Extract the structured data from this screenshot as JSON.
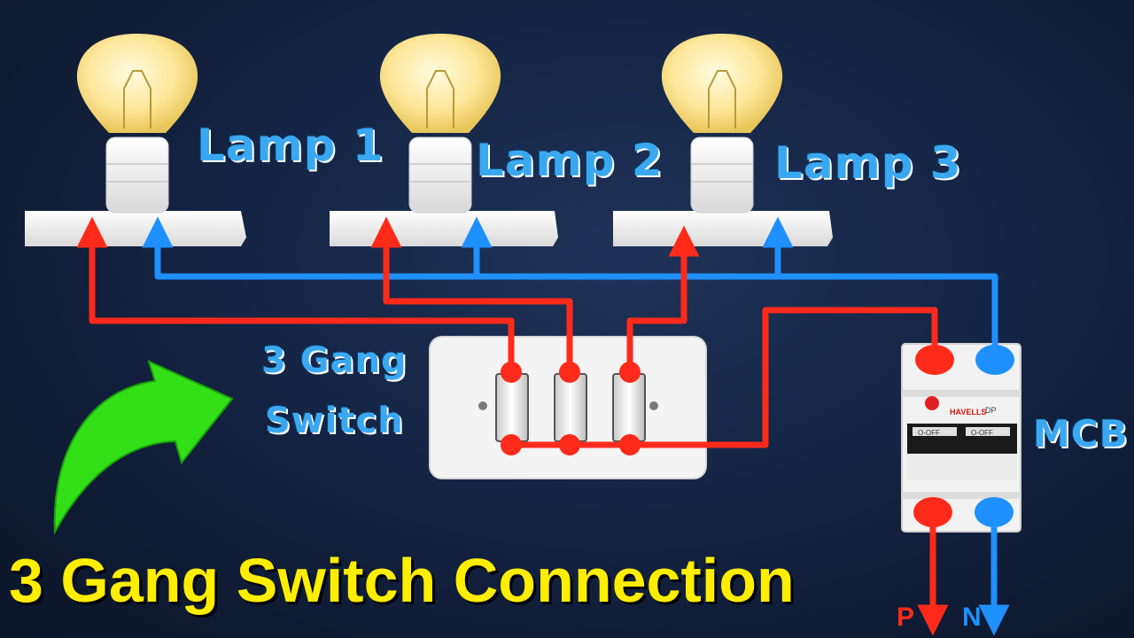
{
  "lamps": [
    {
      "label": "Lamp 1"
    },
    {
      "label": "Lamp 2"
    },
    {
      "label": "Lamp 3"
    }
  ],
  "switch": {
    "label_line1": "3 Gang",
    "label_line2": "Switch"
  },
  "mcb": {
    "label": "MCB",
    "brand": "HAVELLS",
    "type": "DP",
    "lever_text": "O-OFF"
  },
  "supply": {
    "phase": "P",
    "neutral": "N"
  },
  "title": "3 Gang Switch Connection",
  "colors": {
    "phase": "#ff2a1a",
    "neutral": "#1e90ff",
    "arrow": "#33e018",
    "title": "#ffee00",
    "label": "#3aa8f0"
  }
}
